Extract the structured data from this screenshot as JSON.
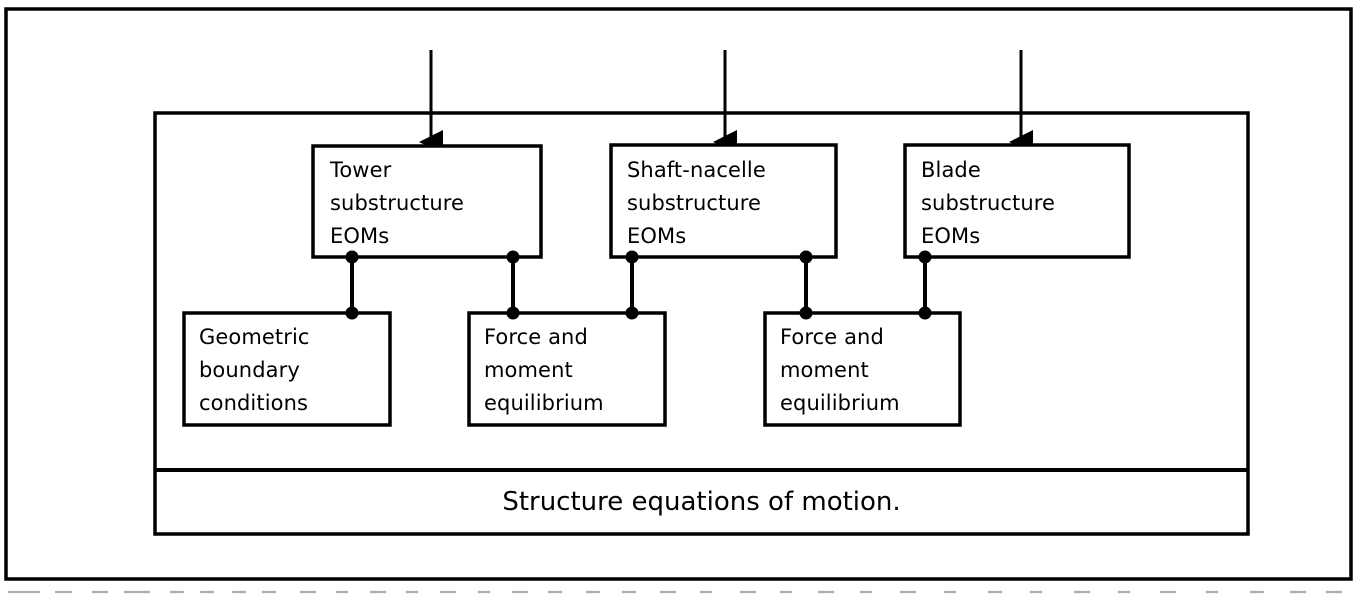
{
  "figure": {
    "caption": "Structure equations of motion.",
    "line_color": "#000000",
    "background_color": "#ffffff"
  },
  "substructures": [
    {
      "label": "Tower\nsubstructure\nEOMs",
      "name": "tower-substructure-eoms"
    },
    {
      "label": "Shaft-nacelle\nsubstructure\nEOMs",
      "name": "shaft-nacelle-substructure-eoms"
    },
    {
      "label": "Blade\nsubstructure\nEOMs",
      "name": "blade-substructure-eoms"
    }
  ],
  "coupling_blocks": [
    {
      "label": "Geometric\nboundary\nconditions",
      "name": "geometric-boundary-conditions"
    },
    {
      "label": "Force and\nmoment\nequilibrium",
      "name": "force-moment-equilibrium-1"
    },
    {
      "label": "Force and\nmoment\nequilibrium",
      "name": "force-moment-equilibrium-2"
    }
  ],
  "inputs": [
    {
      "name": "input-arrow-tower"
    },
    {
      "name": "input-arrow-shaft-nacelle"
    },
    {
      "name": "input-arrow-blade"
    }
  ]
}
